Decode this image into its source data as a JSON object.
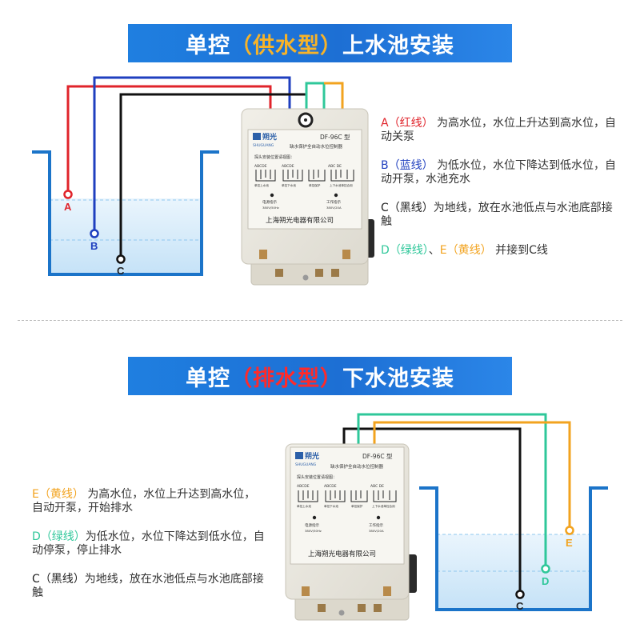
{
  "top": {
    "title_pre": "单控",
    "title_mid": "（供水型）",
    "title_post": "上水池安装",
    "probe_labels": {
      "a": "A",
      "b": "B",
      "c": "C"
    },
    "descriptions": [
      {
        "key": "A",
        "color_name": "（红线）",
        "text": "为高水位，水位上升达到高水位，自动关泵"
      },
      {
        "key": "B",
        "color_name": "（蓝线）",
        "text": "为低水位，水位下降达到低水位，自动开泵，水池充水"
      },
      {
        "key": "C",
        "color_name": "（黑线）",
        "text": "为地线，放在水池低点与水池底部接触"
      }
    ],
    "de_line": {
      "d": "D",
      "d_color": "（绿线）",
      "sep": "、",
      "e": "E",
      "e_color": "（黄线）",
      "text": "并接到C线"
    }
  },
  "bottom": {
    "title_pre": "单控",
    "title_mid": "（排水型）",
    "title_post": "下水池安装",
    "probe_labels": {
      "e": "E",
      "d": "D",
      "c": "C"
    },
    "descriptions": [
      {
        "key": "E",
        "color_name": "（黄线）",
        "text": "为高水位，水位上升达到高水位，自动开泵，开始排水"
      },
      {
        "key": "D",
        "color_name": "（绿线）",
        "text": "为低水位，水位下降达到低水位，自动停泵，停止排水"
      },
      {
        "key": "C",
        "color_name": "（黑线）",
        "text": "为地线，放在水池低点与水池底部接触"
      }
    ]
  },
  "device": {
    "brand": "朔光",
    "brand_en": "SHUGUANG",
    "model": "DF-96C 型",
    "product_name": "缺水保护全自动水位控制器",
    "diagram_title": "探头安装位置请视图：",
    "terminal_letters": "ABCDE",
    "terminal_letters_alt": "ABC  DE",
    "mode_labels": [
      "单控上水池",
      "单控下水池",
      "单控保护",
      "上下水池单控合用"
    ],
    "power_label": "电源指示",
    "power_spec": "380V/50Hz",
    "work_label": "工作指示",
    "work_spec": "380V/20A",
    "company": "上海朔光电器有限公司"
  },
  "colors": {
    "banner": "#1f7fe0",
    "red": "#e0242b",
    "blue": "#1f3fbf",
    "black": "#111111",
    "green": "#2fc79a",
    "yellow": "#f2a31f",
    "tank": "#1b74c9",
    "water": "#d6ecfb"
  }
}
